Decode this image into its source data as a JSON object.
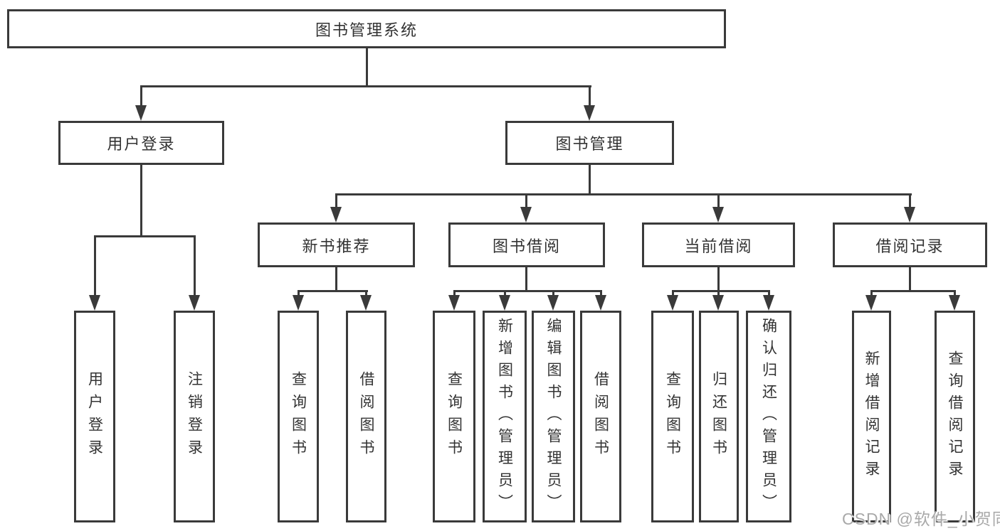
{
  "tree": {
    "label": "图书管理系统",
    "children": [
      {
        "label": "用户登录",
        "children": [
          {
            "label": "用户登录"
          },
          {
            "label": "注销登录"
          }
        ]
      },
      {
        "label": "图书管理",
        "children": [
          {
            "label": "新书推荐",
            "children": [
              {
                "label": "查询图书"
              },
              {
                "label": "借阅图书"
              }
            ]
          },
          {
            "label": "图书借阅",
            "children": [
              {
                "label": "查询图书"
              },
              {
                "label": "新增图书（管理员）"
              },
              {
                "label": "编辑图书（管理员）"
              },
              {
                "label": "借阅图书"
              }
            ]
          },
          {
            "label": "当前借阅",
            "children": [
              {
                "label": "查询图书"
              },
              {
                "label": "归还图书"
              },
              {
                "label": "确认归还（管理员）"
              }
            ]
          },
          {
            "label": "借阅记录",
            "children": [
              {
                "label": "新增借阅记录"
              },
              {
                "label": "查询借阅记录"
              }
            ]
          }
        ]
      }
    ]
  },
  "colors": {
    "line": "#3a3a3a",
    "text": "#333333",
    "background": "#ffffff",
    "watermark_gray": "#a9a9a9"
  },
  "watermark": "CSDN @软件_小贺同学"
}
